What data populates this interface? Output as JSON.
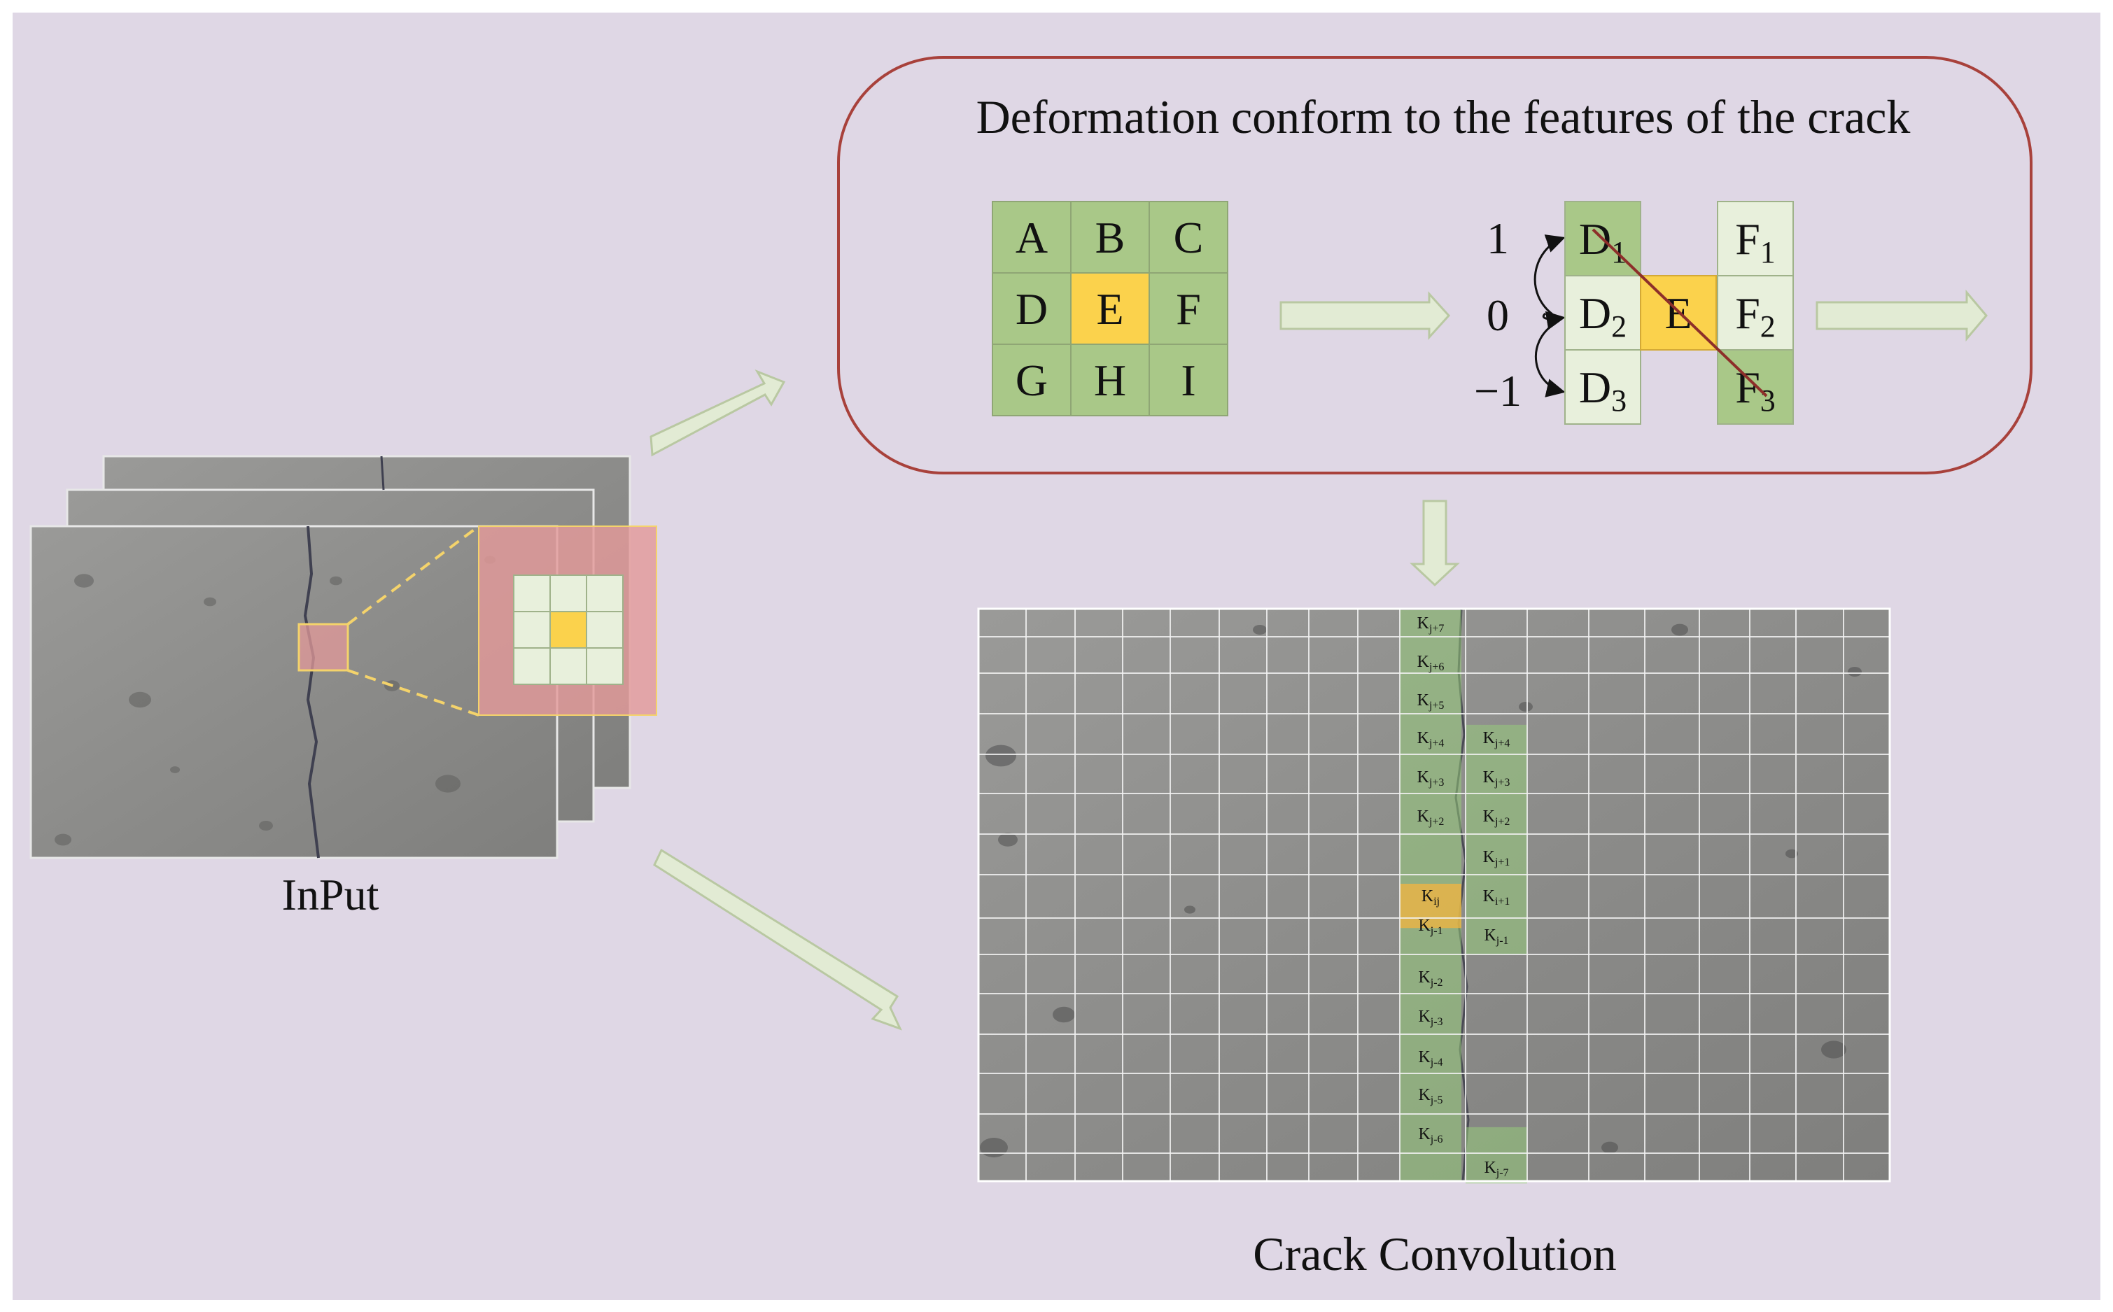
{
  "title": "Deformation conform to the features of the crack",
  "input_label": "InPut",
  "output_label": "Crack Convolution",
  "kernel_letters": [
    "A",
    "B",
    "C",
    "D",
    "E",
    "F",
    "G",
    "H",
    "I"
  ],
  "offset_labels": [
    "1",
    "0",
    "−1"
  ],
  "deformed": {
    "left": [
      {
        "base": "D",
        "sub": "1"
      },
      {
        "base": "D",
        "sub": "2"
      },
      {
        "base": "D",
        "sub": "3"
      }
    ],
    "center": "E",
    "right": [
      {
        "base": "F",
        "sub": "1"
      },
      {
        "base": "F",
        "sub": "2"
      },
      {
        "base": "F",
        "sub": "3"
      }
    ]
  },
  "crack_column_a": [
    "j+7",
    "j+6",
    "j+5",
    "j+4",
    "j+3",
    "j+2",
    "",
    "ij",
    "j-1",
    "j-2",
    "j-3",
    "j-4",
    "j-5",
    "j-6"
  ],
  "crack_column_b": [
    "j+4",
    "j+3",
    "j+2",
    "j+1",
    "i+1",
    "j-1",
    "j-7"
  ],
  "colors": {
    "background": "#dfd7e5",
    "frame_border": "#a8413b",
    "kernel_green": "#a9c888",
    "kernel_light": "#e8f0dc",
    "kernel_yellow": "#fbd24c",
    "arrow_fill": "#e2ebd4",
    "arrow_stroke": "#b9c8a2",
    "concrete": "#8e8e8c",
    "grid_line": "#f2f2f2",
    "overlay_green": "#98d27a",
    "overlay_orange": "#f3b43f",
    "zoom_pink": "#e39a9a",
    "dash_yellow": "#f4d36b",
    "edge_line": "#8d2f2a"
  }
}
